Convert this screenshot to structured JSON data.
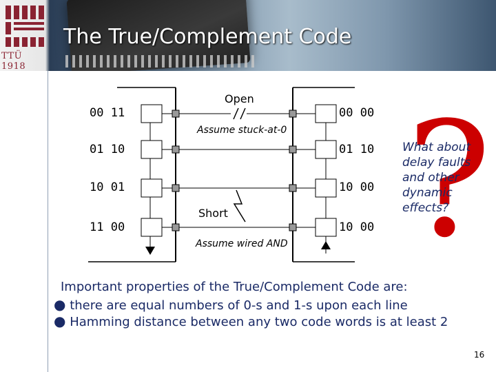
{
  "header": {
    "logo_text": "TTÜ 1918",
    "title": "The True/Complement Code"
  },
  "diagram": {
    "left_codes": [
      "00  11",
      "01  10",
      "10  01",
      "11  00"
    ],
    "right_codes": [
      "00  00",
      "01  10",
      "10  00",
      "10  00"
    ],
    "open_label": "Open",
    "stuck_label": "Assume stuck-at-0",
    "short_label": "Short",
    "wired_label": "Assume wired AND"
  },
  "question": {
    "mark": "?",
    "note_lines": [
      "What about",
      "delay faults",
      "and other",
      "dynamic",
      "effects?"
    ]
  },
  "body": {
    "intro": "Important properties of the True/Complement Code are:",
    "bullets": [
      "there are equal numbers of 0-s and 1-s upon each line",
      "Hamming distance between any two code words is at least 2"
    ]
  },
  "page_number": "16",
  "colors": {
    "title_text": "#ffffff",
    "body_text": "#1a2a66",
    "question_mark": "#cc0000",
    "logo": "#8a2332"
  }
}
